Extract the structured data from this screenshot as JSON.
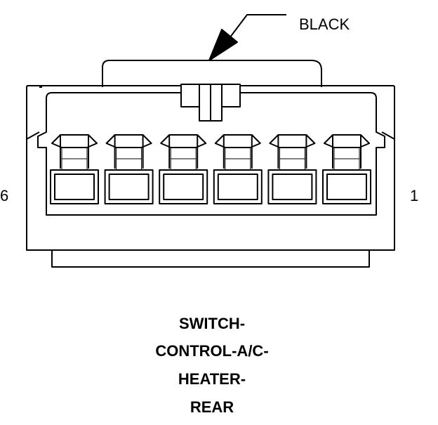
{
  "callout": {
    "color_label": "BLACK"
  },
  "pins": {
    "left_label": "6",
    "right_label": "1",
    "count": 6
  },
  "caption": {
    "line1": "SWITCH-",
    "line2": "CONTROL-A/C-",
    "line3": "HEATER-",
    "line4": "REAR"
  }
}
